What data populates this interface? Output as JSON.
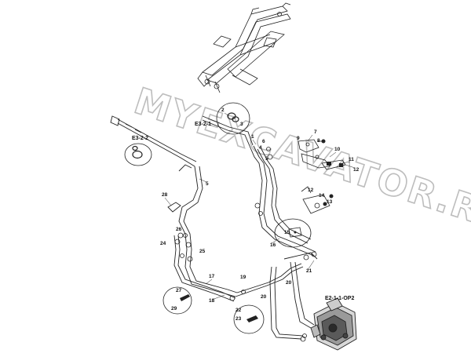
{
  "watermark": {
    "text": "MYEXCAVATOR.RU"
  },
  "references": [
    {
      "id": "ref-e3-2-1",
      "text": "E3-2-1"
    },
    {
      "id": "ref-e3-2-2",
      "text": "E3-2-2"
    },
    {
      "id": "ref-e2-1-1-op2",
      "text": "E2-1-1-OP2"
    }
  ],
  "part_numbers": [
    "1",
    "2",
    "3",
    "4",
    "5",
    "6",
    "7",
    "8",
    "9",
    "10",
    "11",
    "12",
    "12",
    "13",
    "14",
    "15",
    "16",
    "17",
    "18",
    "19",
    "20",
    "21",
    "22",
    "23",
    "24",
    "25",
    "26",
    "27",
    "28",
    "29"
  ]
}
